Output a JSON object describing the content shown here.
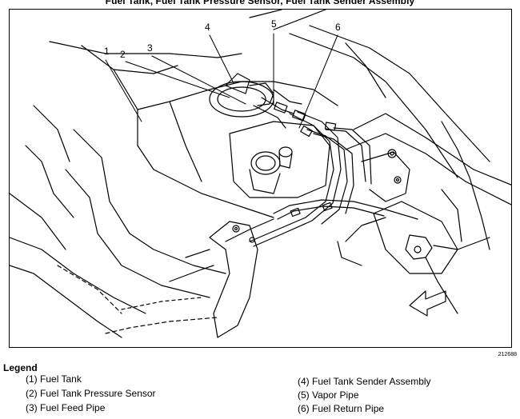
{
  "title": "Fuel Tank, Fuel Tank Pressure Sensor, Fuel Tank Sender Assembly",
  "figure_id": "212688",
  "callouts": [
    "1",
    "2",
    "3",
    "4",
    "5",
    "6"
  ],
  "legend": {
    "heading": "Legend",
    "items": [
      {
        "number": "(1)",
        "label": "Fuel Tank"
      },
      {
        "number": "(2)",
        "label": "Fuel Tank Pressure Sensor"
      },
      {
        "number": "(3)",
        "label": "Fuel Feed Pipe"
      },
      {
        "number": "(4)",
        "label": "Fuel Tank Sender Assembly"
      },
      {
        "number": "(5)",
        "label": "Vapor Pipe"
      },
      {
        "number": "(6)",
        "label": "Fuel Return Pipe"
      }
    ]
  }
}
